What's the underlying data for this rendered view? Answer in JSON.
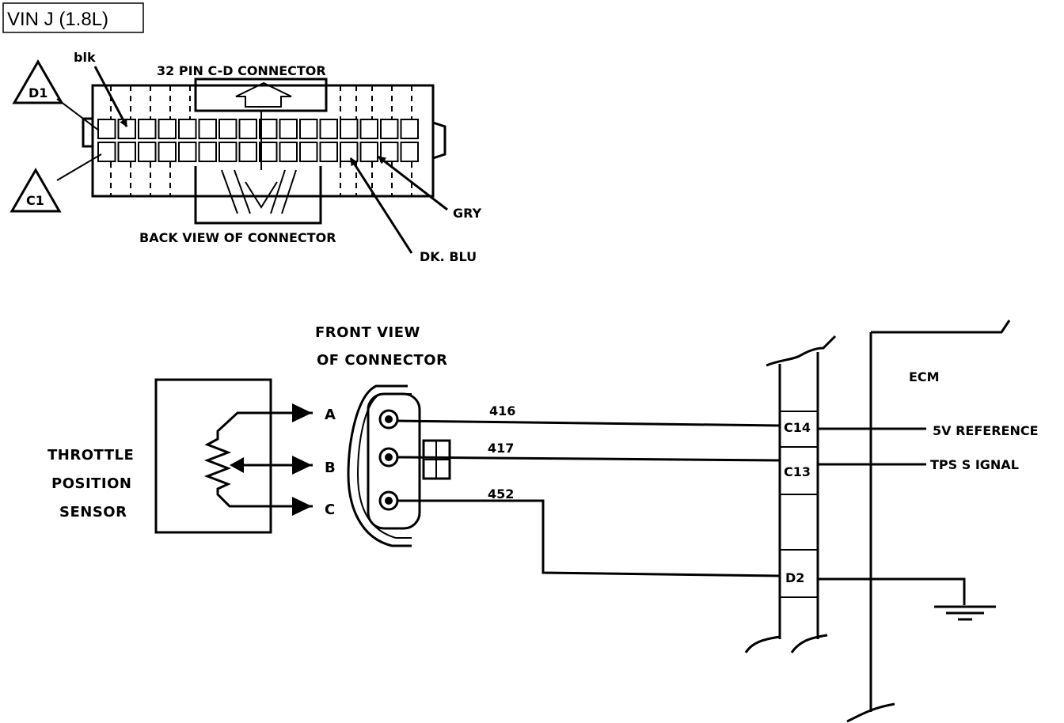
{
  "title": "VIN J (1.8L)",
  "cd_connector": {
    "title": "32 PIN C-D  CONNECTOR",
    "caption": "BACK VIEW OF CONNECTOR",
    "pin_d1": "D1",
    "pin_c1": "C1",
    "wire_blk": "blk",
    "wire_gry": "GRY",
    "wire_dkblu": "DK. BLU"
  },
  "sensor": {
    "name_line1": "THROTTLE",
    "name_line2": "POSITION",
    "name_line3": "SENSOR",
    "terminals": [
      "A",
      "B",
      "C"
    ]
  },
  "front_connector": {
    "caption_line1": "FRONT VIEW",
    "caption_line2": "OF CONNECTOR"
  },
  "wires": [
    "416",
    "417",
    "452"
  ],
  "ecm": {
    "label": "ECM",
    "pins": [
      "C14",
      "C13",
      "D2"
    ],
    "signals": [
      "5V REFERENCE",
      "TPS S IGNAL"
    ]
  }
}
